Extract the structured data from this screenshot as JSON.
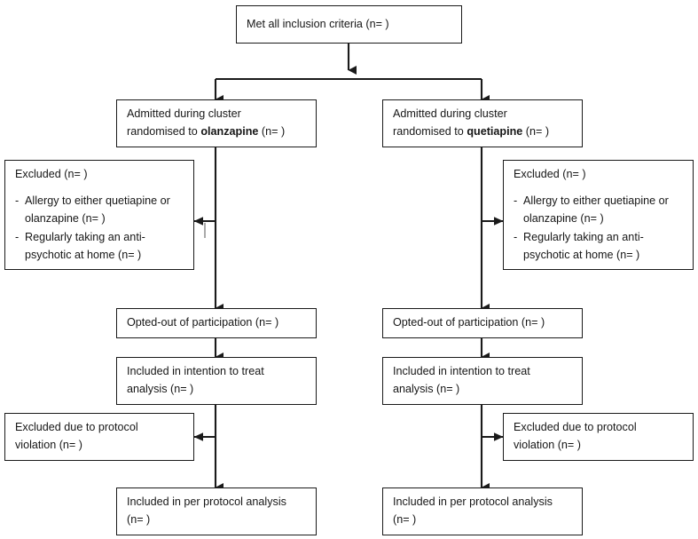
{
  "diagram": {
    "type": "flowchart",
    "title": "CONSORT participant flow diagram",
    "orientation": "top-down, two parallel arms",
    "stroke_color": "#1a1a1a",
    "text_color": "#161616",
    "background_color": "#ffffff"
  },
  "nodes": {
    "top": {
      "id": "met-all-inclusion-criteria",
      "text": "Met all inclusion criteria (n= )"
    },
    "left_arm": {
      "allocation": {
        "id": "admitted-randomised-olanzapine",
        "line1": "Admitted during cluster",
        "line2_prefix": "randomised to ",
        "line2_strong": "olanzapine",
        "line2_suffix": " (n= )"
      },
      "excluded": {
        "id": "excluded-olanzapine",
        "title": "Excluded (n= )",
        "items": [
          "Allergy to either quetiapine or olanzapine (n= )",
          "Regularly taking an anti-psychotic at home (n= )"
        ]
      },
      "opted_out": {
        "id": "opted-out-olanzapine",
        "text": "Opted-out of participation (n= )"
      },
      "itt": {
        "id": "itt-olanzapine",
        "line1": "Included in intention to treat",
        "line2": "analysis (n= )"
      },
      "protocol_violation": {
        "id": "excluded-protocol-violation-olanzapine",
        "line1": "Excluded due to protocol",
        "line2": "violation (n= )"
      },
      "per_protocol": {
        "id": "per-protocol-olanzapine",
        "line1": "Included in per protocol analysis",
        "line2": "(n= )"
      }
    },
    "right_arm": {
      "allocation": {
        "id": "admitted-randomised-quetiapine",
        "line1": "Admitted during cluster",
        "line2_prefix": "randomised to ",
        "line2_strong": "quetiapine",
        "line2_suffix": " (n= )"
      },
      "excluded": {
        "id": "excluded-quetiapine",
        "title": "Excluded (n= )",
        "items": [
          "Allergy to either quetiapine or olanzapine (n= )",
          "Regularly taking an anti-psychotic at home (n= )"
        ]
      },
      "opted_out": {
        "id": "opted-out-quetiapine",
        "text": "Opted-out of participation (n= )"
      },
      "itt": {
        "id": "itt-quetiapine",
        "line1": "Included in intention to treat",
        "line2": "analysis (n= )"
      },
      "protocol_violation": {
        "id": "excluded-protocol-violation-quetiapine",
        "line1": "Excluded due to protocol",
        "line2": "violation (n= )"
      },
      "per_protocol": {
        "id": "per-protocol-quetiapine",
        "line1": "Included in per protocol analysis",
        "line2": "(n= )"
      }
    }
  }
}
